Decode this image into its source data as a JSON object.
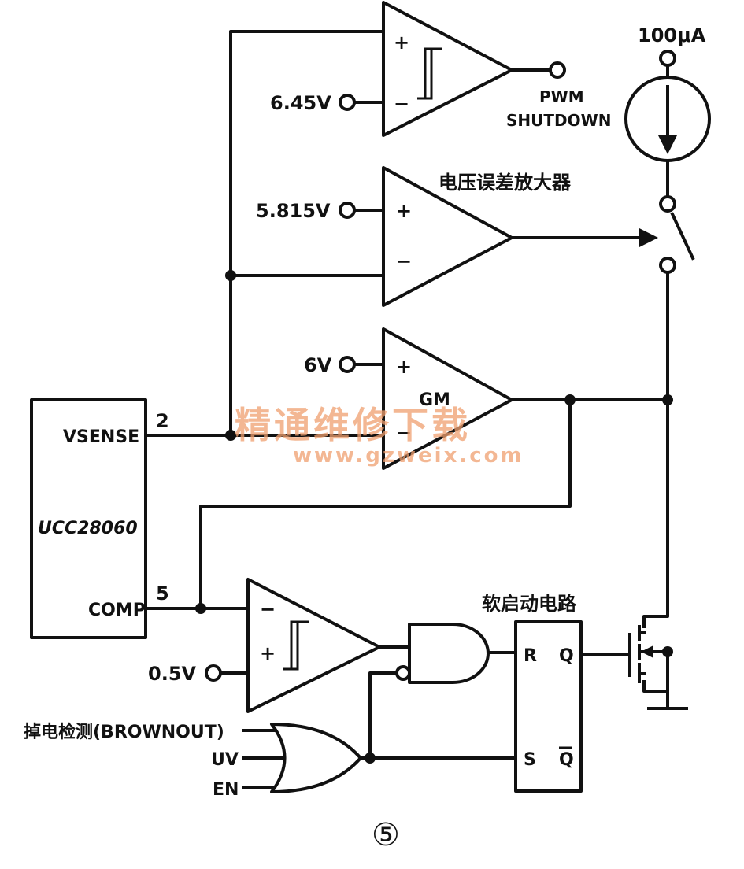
{
  "labels": {
    "current_source": "100μA",
    "ref_645": "6.45V",
    "pwm": "PWM",
    "shutdown": "SHUTDOWN",
    "error_amp_title": "电压误差放大器",
    "ref_5815": "5.815V",
    "ref_6": "6V",
    "gm": "GM",
    "pin2": "2",
    "vsense": "VSENSE",
    "chip": "UCC28060",
    "pin5": "5",
    "comp": "COMP",
    "softstart_title": "软启动电路",
    "ref_05": "0.5V",
    "ff_r": "R",
    "ff_q": "Q",
    "ff_s": "S",
    "ff_qbar": "Q",
    "brownout": "掉电检测(BROWNOUT)",
    "uv": "UV",
    "en": "EN",
    "figure_no": "⑤"
  },
  "signs": {
    "plus": "+",
    "minus": "−"
  },
  "watermark": {
    "cn": "精通维修下载",
    "url": "www.gzweix.com"
  }
}
